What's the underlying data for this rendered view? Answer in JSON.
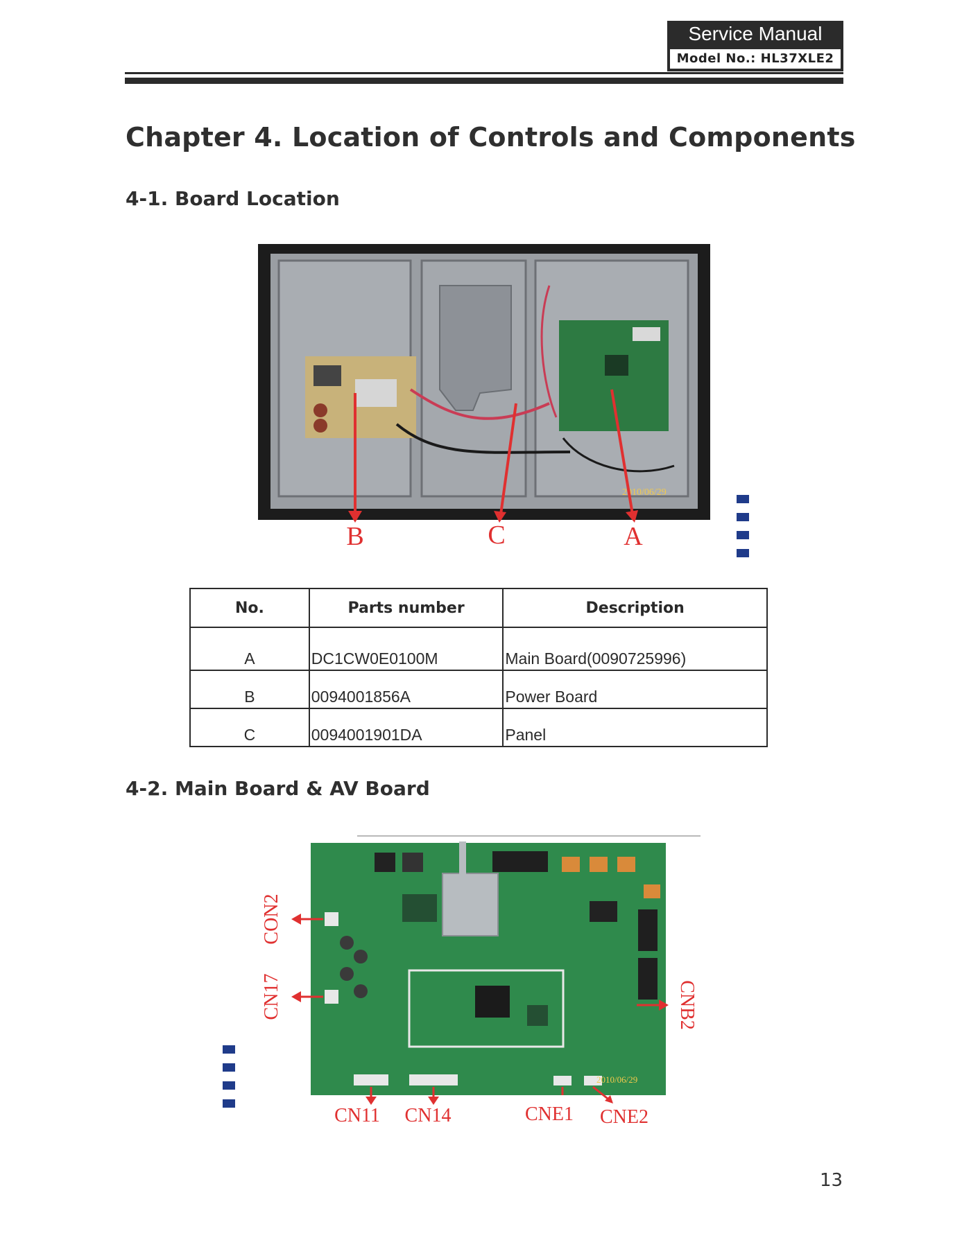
{
  "header": {
    "title": "Service Manual",
    "model": "Model No.: HL37XLE2"
  },
  "chapter_title": "Chapter 4. Location of Controls and Components",
  "section1": {
    "title": "4-1. Board Location",
    "photo_labels": {
      "b": "B",
      "c": "C",
      "a": "A"
    },
    "date_stamp": "2010/06/29"
  },
  "table": {
    "headers": [
      "No.",
      "Parts number",
      "Description"
    ],
    "rows": [
      {
        "no": "A",
        "part": "DC1CW0E0100M",
        "desc": "Main Board(0090725996)"
      },
      {
        "no": "B",
        "part": "0094001856A",
        "desc": "Power Board"
      },
      {
        "no": "C",
        "part": "0094001901DA",
        "desc": "Panel"
      }
    ]
  },
  "section2": {
    "title": "4-2. Main Board & AV Board",
    "connectors": {
      "con2": "CON2",
      "cn17": "CN17",
      "cnb2": "CNB2",
      "cn11": "CN11",
      "cn14": "CN14",
      "cne1": "CNE1",
      "cne2": "CNE2"
    },
    "date_stamp": "2010/06/29"
  },
  "page_number": "13",
  "colors": {
    "header_bg": "#2b2b2b",
    "marker_blue": "#1f3b8a",
    "arrow_red": "#e03030",
    "pcb_green": "#2f8a4c"
  }
}
